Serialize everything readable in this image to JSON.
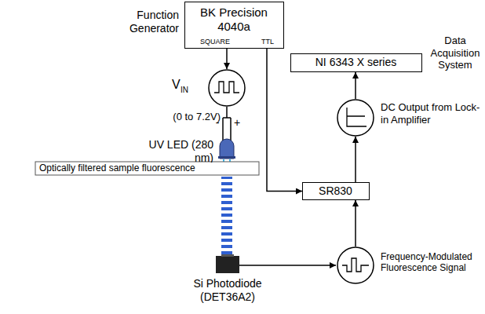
{
  "diagram": {
    "nodes": [
      {
        "text": [
          "Function Generator",
          "BK Precision 4040a",
          "SQUARE",
          "TTL"
        ]
      },
      {
        "text": [
          "NI 6343 X series"
        ]
      },
      {
        "text": [
          "V",
          "IN",
          "(0 to 7.2V)"
        ]
      },
      {
        "text": [
          "DC Output from Lock-in Amplifier"
        ]
      },
      {
        "text": [
          "SR830"
        ]
      },
      {
        "text": [
          "Frequency-Modulated Fluorescence Signal"
        ]
      }
    ],
    "edges": [
      {
        "from": 0,
        "to": 2,
        "arrow": "to"
      },
      {
        "from": 0,
        "to": 4,
        "arrow": "to"
      },
      {
        "from": 5,
        "to": 4,
        "arrow": "to"
      },
      {
        "from": 4,
        "to": 3,
        "arrow": "to"
      },
      {
        "from": 3,
        "to": 1,
        "arrow": "to"
      }
    ],
    "labels": [
      "Data Acquisition System",
      "-",
      "+",
      "UV LED (280 nm)",
      "Optically filtered sample fluorescence",
      "Si Photodiode (DET36A2)"
    ]
  }
}
